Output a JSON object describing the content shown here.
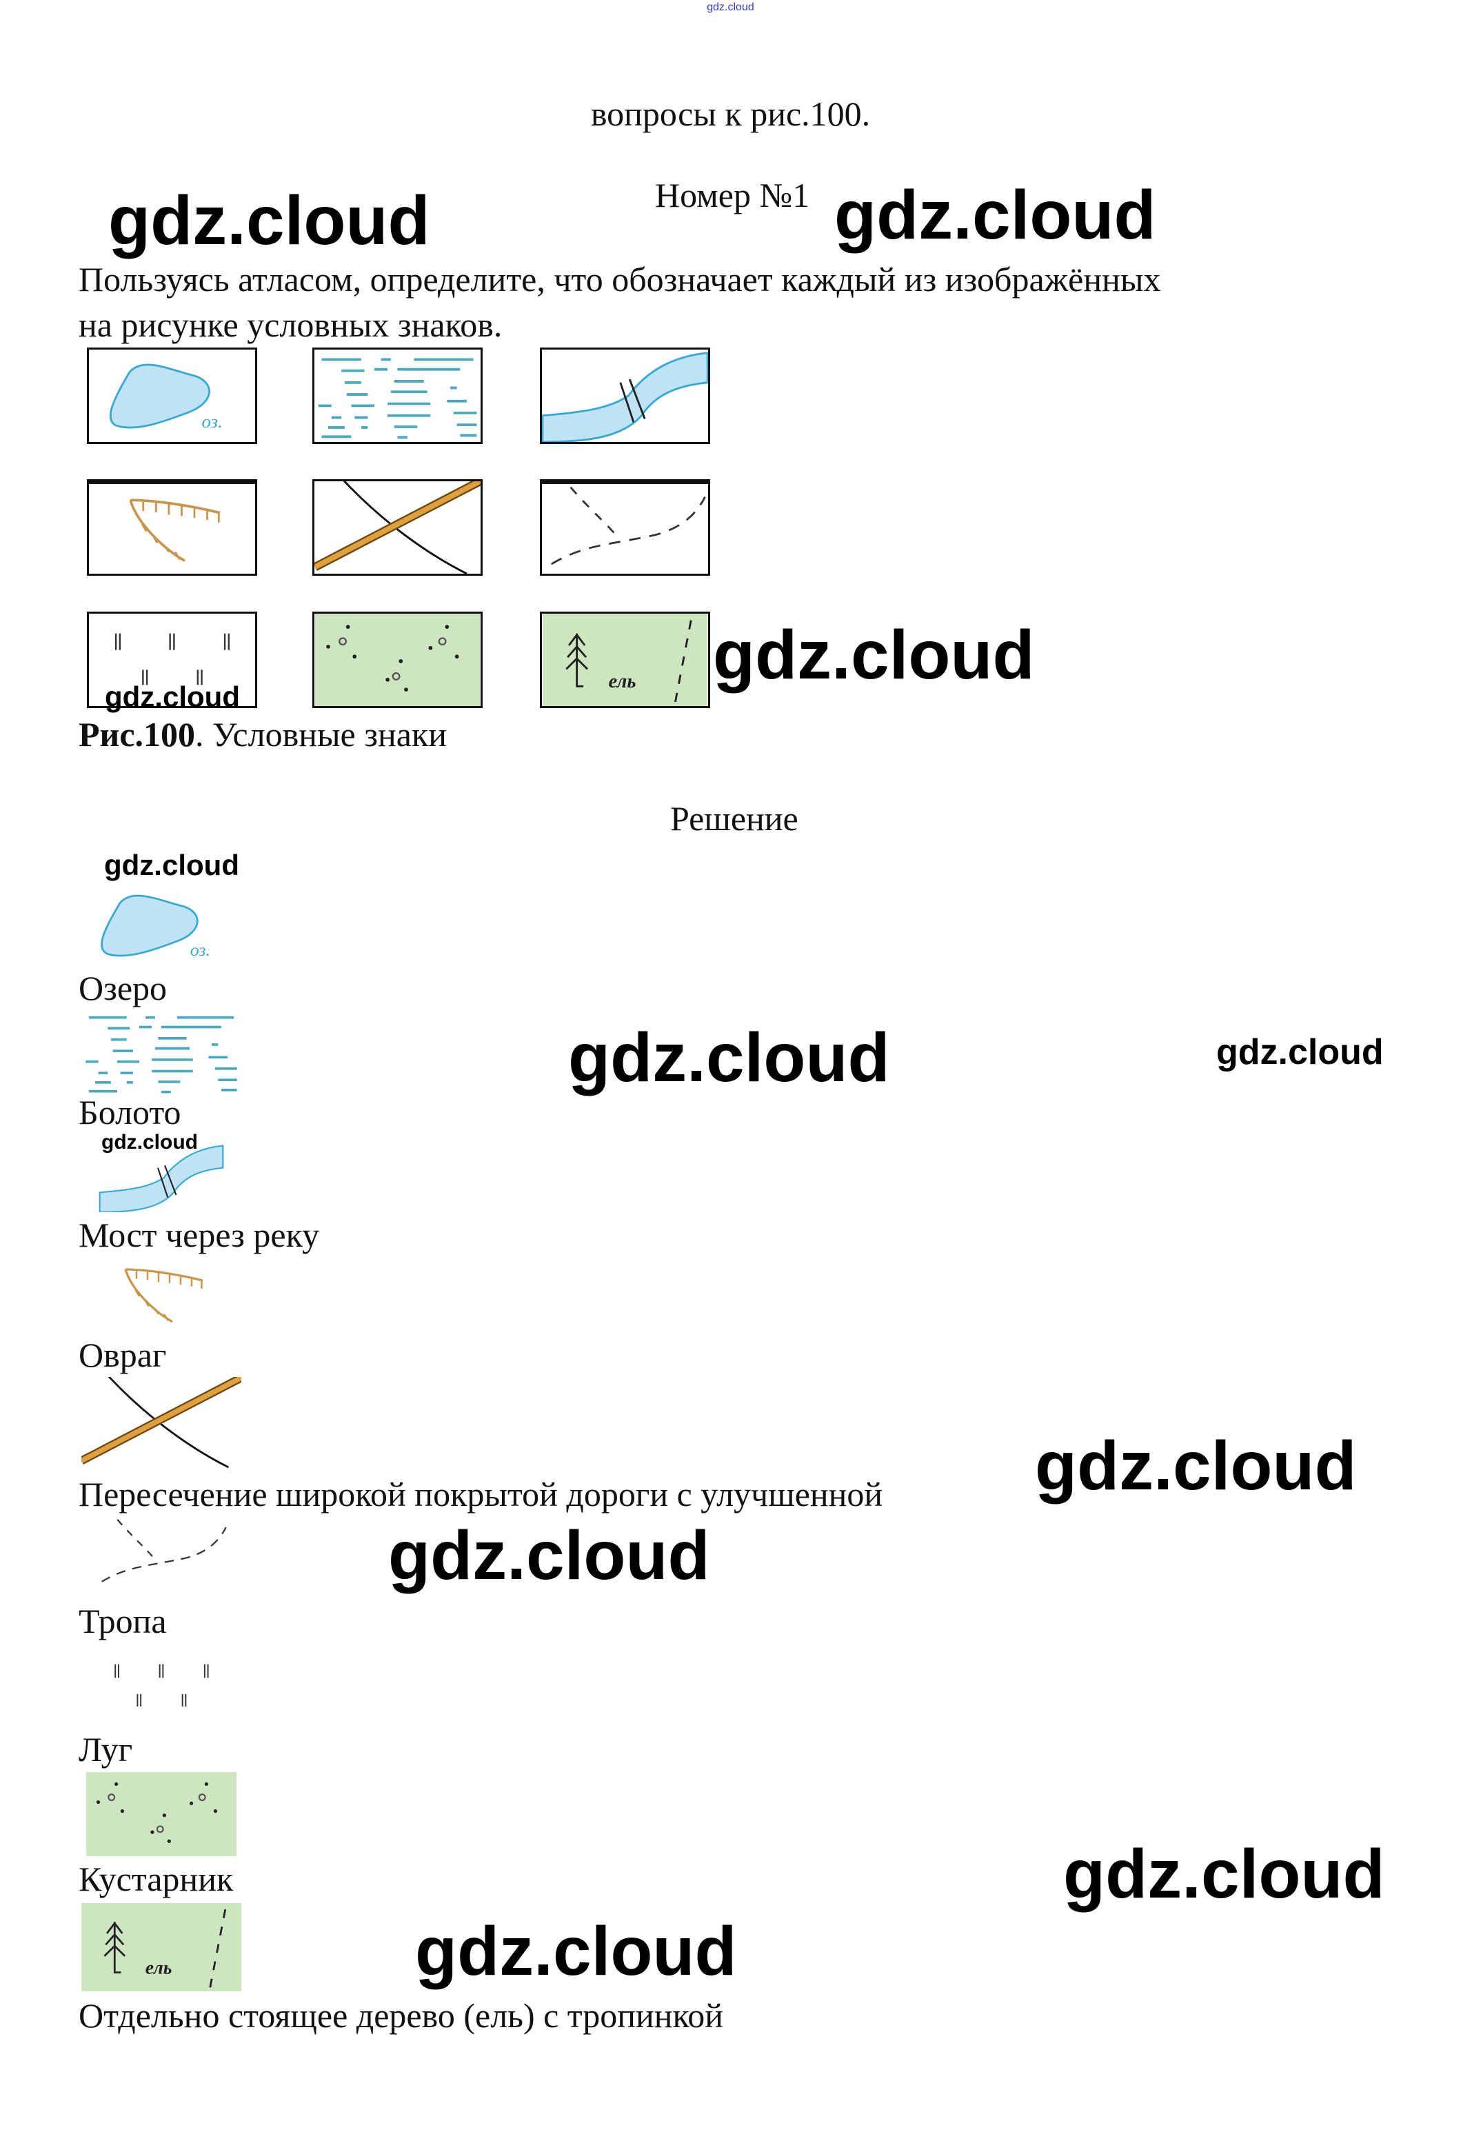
{
  "header_watermark": "gdz.cloud",
  "subtitle": "вопросы к рис.100.",
  "task_title": "Номер №1",
  "task_text_line1": "Пользуясь атласом, определите, что обозначает каждый из изображённых",
  "task_text_line2": "на рисунке условных знаков.",
  "figure_caption": {
    "number": "Рис.100",
    "text": ". Условные знаки"
  },
  "icon_labels": {
    "lake": "оз.",
    "spruce": "ель"
  },
  "solution_title": "Решение",
  "answers": [
    "Озеро",
    "Болото",
    "Мост через реку",
    "Овраг",
    "Пересечение широкой покрытой дороги с улучшенной",
    "Тропа",
    "Луг",
    "Кустарник",
    "Отдельно стоящее дерево (ель) с тропинкой"
  ],
  "watermark": "gdz.cloud",
  "colors": {
    "water": "#bfe3f4",
    "water_stroke": "#39a9d3",
    "meadow_green": "#cde6c0",
    "road": "#e0a040",
    "ravine": "#c8964a"
  }
}
